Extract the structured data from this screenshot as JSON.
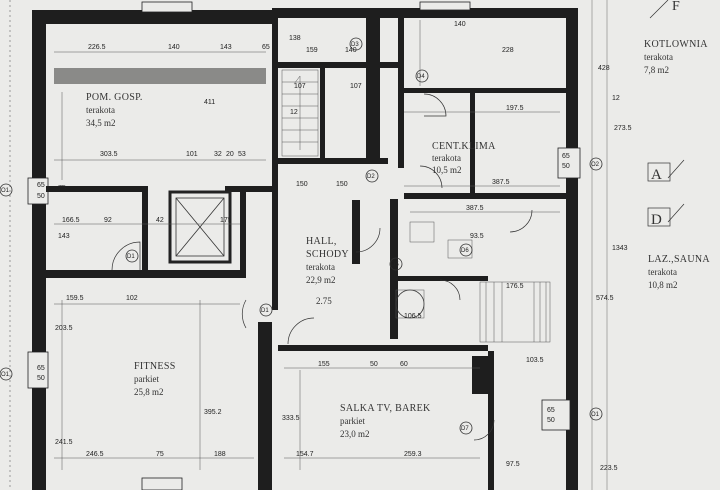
{
  "rooms": {
    "pom": {
      "name": "POM. GOSP.",
      "floor": "terakota",
      "area": "34,5 m2"
    },
    "cent": {
      "name": "CENT.KLIMA",
      "floor": "terakota",
      "area": "10,5 m2"
    },
    "kotl": {
      "name": "KOTLOWNIA",
      "floor": "terakota",
      "area": "7,8 m2"
    },
    "hall": {
      "name1": "HALL,",
      "name2": "SCHODY",
      "floor": "terakota",
      "area": "22,9 m2"
    },
    "laz": {
      "name": "LAZ.,SAUNA",
      "floor": "terakota",
      "area": "10,8 m2"
    },
    "fitness": {
      "name": "FITNESS",
      "floor": "parkiet",
      "area": "25,8 m2"
    },
    "salka": {
      "name": "SALKA TV, BAREK",
      "floor": "parkiet",
      "area": "23,0 m2"
    }
  },
  "level": "2.75",
  "markers": {
    "a": "A",
    "d": "D",
    "f": "F"
  },
  "tags": {
    "o1": "O1",
    "d1": "D1",
    "d2": "D2",
    "d3": "D3",
    "d4": "D4",
    "o2": "O2",
    "d5": "D5",
    "d6": "D6",
    "d7": "D7"
  },
  "dims": {
    "t1": "226.5",
    "t2": "140",
    "t3": "143",
    "t4": "65",
    "t5": "138",
    "t6": "159",
    "t7": "140",
    "t8": "228",
    "t9": "140",
    "m1": "303.5",
    "m2": "101",
    "m3": "32",
    "m4": "20",
    "m5": "53",
    "m6": "411",
    "m7": "107",
    "m8": "12",
    "m9": "107",
    "m10": "150",
    "m11": "197.5",
    "m12": "387.5",
    "m13": "387.5",
    "m14": "150",
    "f1": "166.5",
    "f2": "92",
    "f3": "42",
    "f4": "175",
    "f5": "159.5",
    "f6": "102",
    "f7": "203.5",
    "f8": "395.2",
    "f9": "241.5",
    "f10": "246.5",
    "f11": "75",
    "f12": "188",
    "s1": "155",
    "s2": "50",
    "s3": "60",
    "s4": "154.7",
    "s5": "259.3",
    "s6": "333.5",
    "s7": "103.5",
    "s8": "97.5",
    "s9": "223.5",
    "r1": "428",
    "r2": "273.5",
    "r3": "1343",
    "r4": "574.5",
    "r5": "12",
    "r6": "176.5",
    "r7": "93.5",
    "r8": "106.5",
    "w1": "65",
    "w2": "50",
    "w3": "75",
    "w4": "143"
  }
}
